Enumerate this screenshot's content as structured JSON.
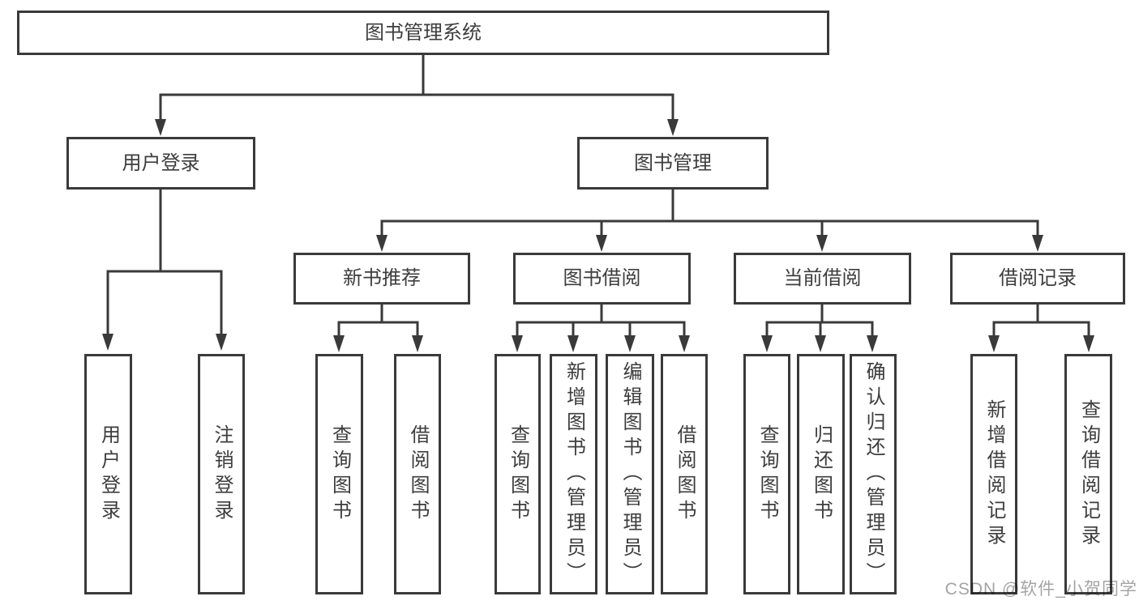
{
  "watermark": "CSDN @软件_小贺同学",
  "colors": {
    "line": "#3a3a3a",
    "text": "#3d3d3d",
    "background": "#ffffff",
    "watermark": "#8a8a8a"
  },
  "tree": {
    "root": {
      "label": "图书管理系统"
    },
    "level2": [
      {
        "label": "用户登录"
      },
      {
        "label": "图书管理"
      }
    ],
    "level3": [
      {
        "label": "新书推荐"
      },
      {
        "label": "图书借阅"
      },
      {
        "label": "当前借阅"
      },
      {
        "label": "借阅记录"
      }
    ],
    "leaves": {
      "user_login": [
        {
          "label": "用户登录"
        },
        {
          "label": "注销登录"
        }
      ],
      "new_book_recommend": [
        {
          "label": "查询图书"
        },
        {
          "label": "借阅图书"
        }
      ],
      "book_borrow": [
        {
          "label": "查询图书"
        },
        {
          "label": "新增图书（管理员）"
        },
        {
          "label": "编辑图书（管理员）"
        },
        {
          "label": "借阅图书"
        }
      ],
      "current_borrow": [
        {
          "label": "查询图书"
        },
        {
          "label": "归还图书"
        },
        {
          "label": "确认归还（管理员）"
        }
      ],
      "borrow_record": [
        {
          "label": "新增借阅记录"
        },
        {
          "label": "查询借阅记录"
        }
      ]
    }
  }
}
